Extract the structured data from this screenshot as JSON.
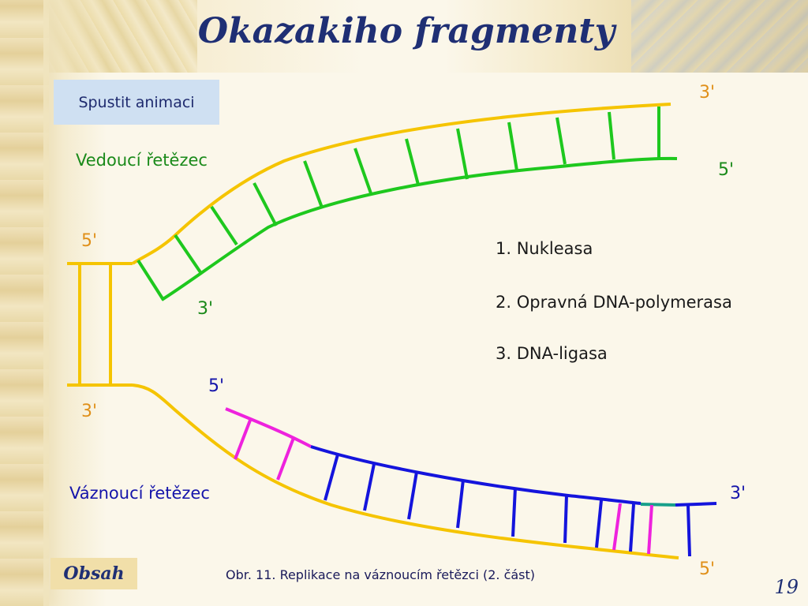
{
  "title": "Okazakiho fragmenty",
  "animation_button": "Spustit animaci",
  "leading_label": "Vedoucí řetězec",
  "lagging_label": "Váznoucí řetězec",
  "ends": {
    "top_right_3": "3'",
    "green_right_5": "5'",
    "left_top_5": "5'",
    "green_left_3": "3'",
    "left_bottom_3": "3'",
    "lower_left_5": "5'",
    "lower_right_3": "3'",
    "bottom_right_5": "5'"
  },
  "steps": [
    "1. Nukleasa",
    "2. Opravná DNA-polymerasa",
    "3. DNA-ligasa"
  ],
  "nav_button": "Obsah",
  "caption": "Obr. 11. Replikace na váznoucím řetězci (2. část)",
  "page_number": "19",
  "colors": {
    "template_strand": "#f5c400",
    "leading_strand": "#1ec81e",
    "lagging_dna": "#1414dc",
    "rna_primer": "#ee22dd",
    "end_label_orange": "#e0901a",
    "end_label_green": "#1a8a1a",
    "end_label_blue": "#1414aa",
    "title": "#1f2f74"
  }
}
